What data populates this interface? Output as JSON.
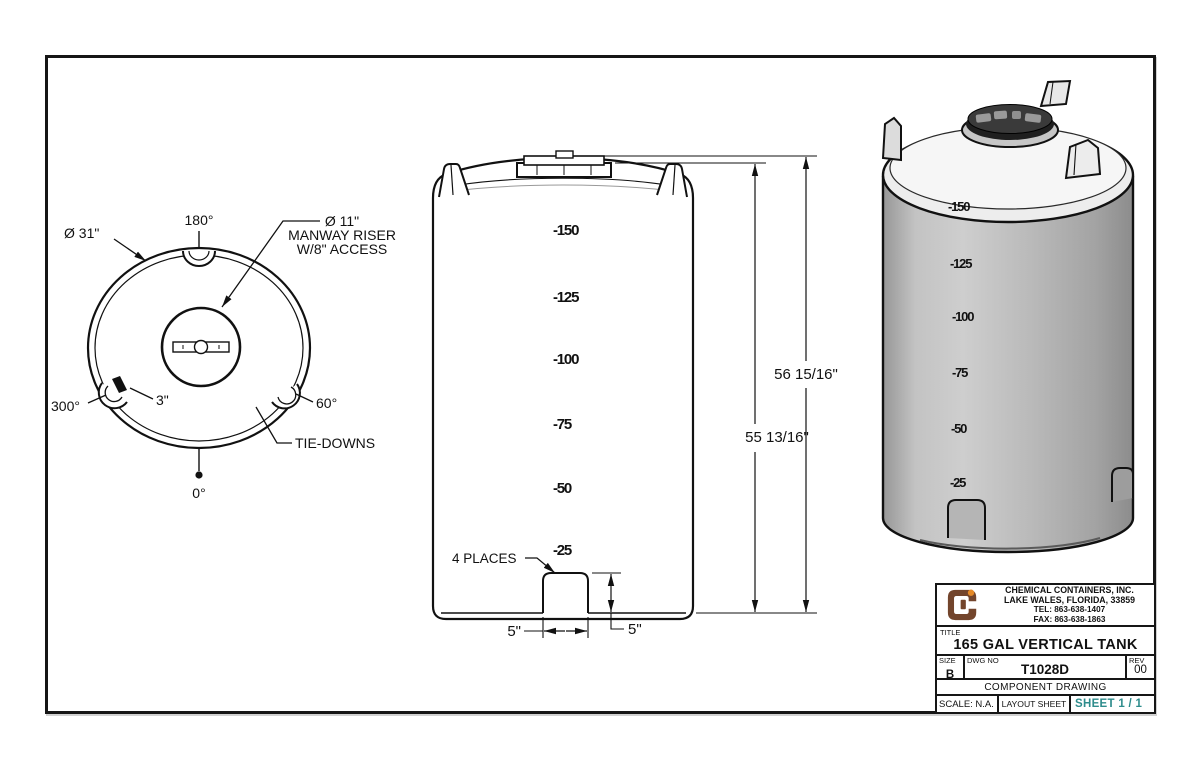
{
  "drawing": {
    "top_view": {
      "deg_180": "180°",
      "deg_0": "0°",
      "deg_60": "60°",
      "deg_300": "300°",
      "dia_tank": "Ø 31\"",
      "dia_fitting": "3\"",
      "manway_l1": "Ø 11\"",
      "manway_l2": "MANWAY RISER",
      "manway_l3": "W/8\" ACCESS",
      "tie_downs": "TIE-DOWNS"
    },
    "front_view": {
      "four_places": "4 PLACES",
      "dim_overall": "56 15/16\"",
      "dim_body": "55 13/16\"",
      "dim_slot_w": "5\"",
      "dim_slot_h": "5\""
    },
    "gallon_marks": [
      "-150",
      "-125",
      "-100",
      "-75",
      "-50",
      "-25"
    ],
    "iso_colors": {
      "body": "#b7b7b7",
      "dome": "#f1f1f1",
      "cap": "#3a3a3a"
    }
  },
  "title_block": {
    "company": {
      "name": "CHEMICAL CONTAINERS, INC.",
      "address": "LAKE WALES, FLORIDA, 33859",
      "tel": "TEL: 863-638-1407",
      "fax": "FAX: 863-638-1863"
    },
    "title_label": "TITLE",
    "title": "165 GAL VERTICAL TANK",
    "size_label": "SIZE",
    "size": "B",
    "dwg_label": "DWG NO",
    "dwg_no": "T1028D",
    "rev_label": "REV",
    "rev": "00",
    "drawing_type": "COMPONENT DRAWING",
    "scale": "SCALE: N.A.",
    "layout": "LAYOUT SHEET",
    "sheet": "SHEET 1 / 1",
    "sheet_color": "#2e8c8c",
    "logo_color": "#73452c",
    "logo_accent": "#e58926"
  }
}
